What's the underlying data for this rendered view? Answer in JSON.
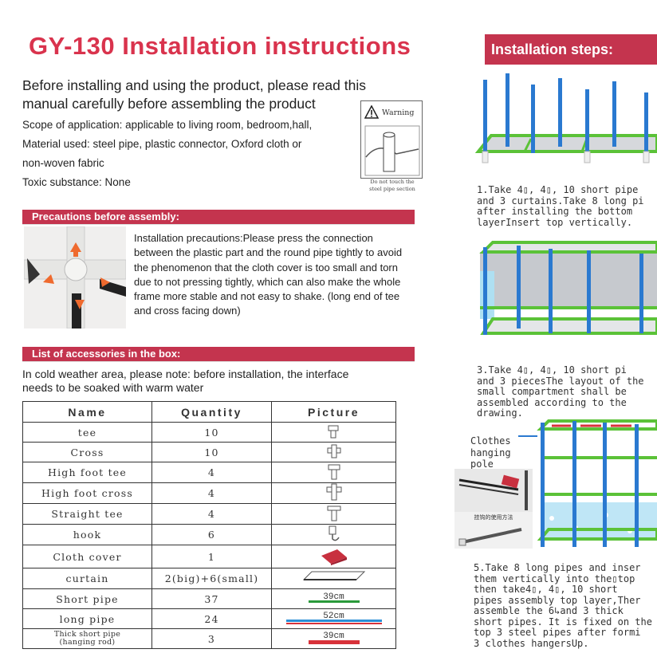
{
  "title": "GY-130 Installation instructions",
  "intro": {
    "line1": "Before installing and using the product, please read this",
    "line2": "manual carefully before assembling the product",
    "scope": "Scope of application: applicable to living room, bedroom,hall,",
    "material_1": "Material used: steel pipe, plastic connector, Oxford cloth or",
    "material_2": "non-woven fabric",
    "toxic": "Toxic substance: None"
  },
  "warning": {
    "label": "Warning",
    "caption_1": "Do not touch the",
    "caption_2": "steel pipe section"
  },
  "precautions": {
    "heading": "Precautions before assembly:",
    "body": "Installation precautions:Please press the connection between the plastic part and the round pipe tightly to avoid the phenomenon that the cloth cover is too small and torn due to not pressing tightly, which can also make the whole frame more stable and not easy to shake. (long end of tee and cross facing down)"
  },
  "accessories": {
    "heading": "List of accessories in the box:",
    "note_1": "In cold weather area, please note: before installation, the interface",
    "note_2": "needs to be soaked with warm water",
    "columns": [
      "Name",
      "Quantity",
      "Picture"
    ],
    "rows": [
      {
        "name": "tee",
        "qty": "10"
      },
      {
        "name": "Cross",
        "qty": "10"
      },
      {
        "name": "High foot tee",
        "qty": "4"
      },
      {
        "name": "High foot cross",
        "qty": "4"
      },
      {
        "name": "Straight tee",
        "qty": "4"
      },
      {
        "name": "hook",
        "qty": "6"
      },
      {
        "name": "Cloth cover",
        "qty": "1"
      },
      {
        "name": "curtain",
        "qty": "2(big)+6(small)"
      },
      {
        "name": "Short pipe",
        "qty": "37",
        "len": "39cm"
      },
      {
        "name": "long pipe",
        "qty": "24",
        "len": "52cm"
      },
      {
        "name_1": "Thick short pipe",
        "name_2": "(hanging rod)",
        "qty": "3",
        "len": "39cm"
      }
    ],
    "colors": {
      "short": "#2a9a3a",
      "long": "#2a8fd6",
      "thick": "#d8323a",
      "cloth": "#c8303f"
    }
  },
  "steps": {
    "heading": "Installation steps:",
    "step1": [
      "1.Take 4",
      ", 4",
      ", 10 short pipe",
      "and 3 curtains.Take 8 long pi",
      "after installing the bottom",
      "layerInsert top vertically."
    ],
    "step3": [
      "3.Take 4",
      ", 4",
      ", 10 short pi",
      "and 3 piecesThe layout of the",
      "small compartment shall be",
      "assembled according to the",
      "drawing."
    ],
    "hanging_label": [
      "Clothes",
      "hanging",
      "pole"
    ],
    "hanging_caption": "挂钩的使用方法",
    "step5": [
      "5.Take 8 long pipes and inser",
      "them vertically into the",
      "top",
      "then take4",
      ", 4",
      ", 10 short",
      "pipes assembly top layer,Ther",
      "assemble the 6",
      "and 3 thick",
      "short pipes. It is fixed on the",
      "top 3 steel pipes after formi",
      "3 clothes hangersUp."
    ]
  }
}
